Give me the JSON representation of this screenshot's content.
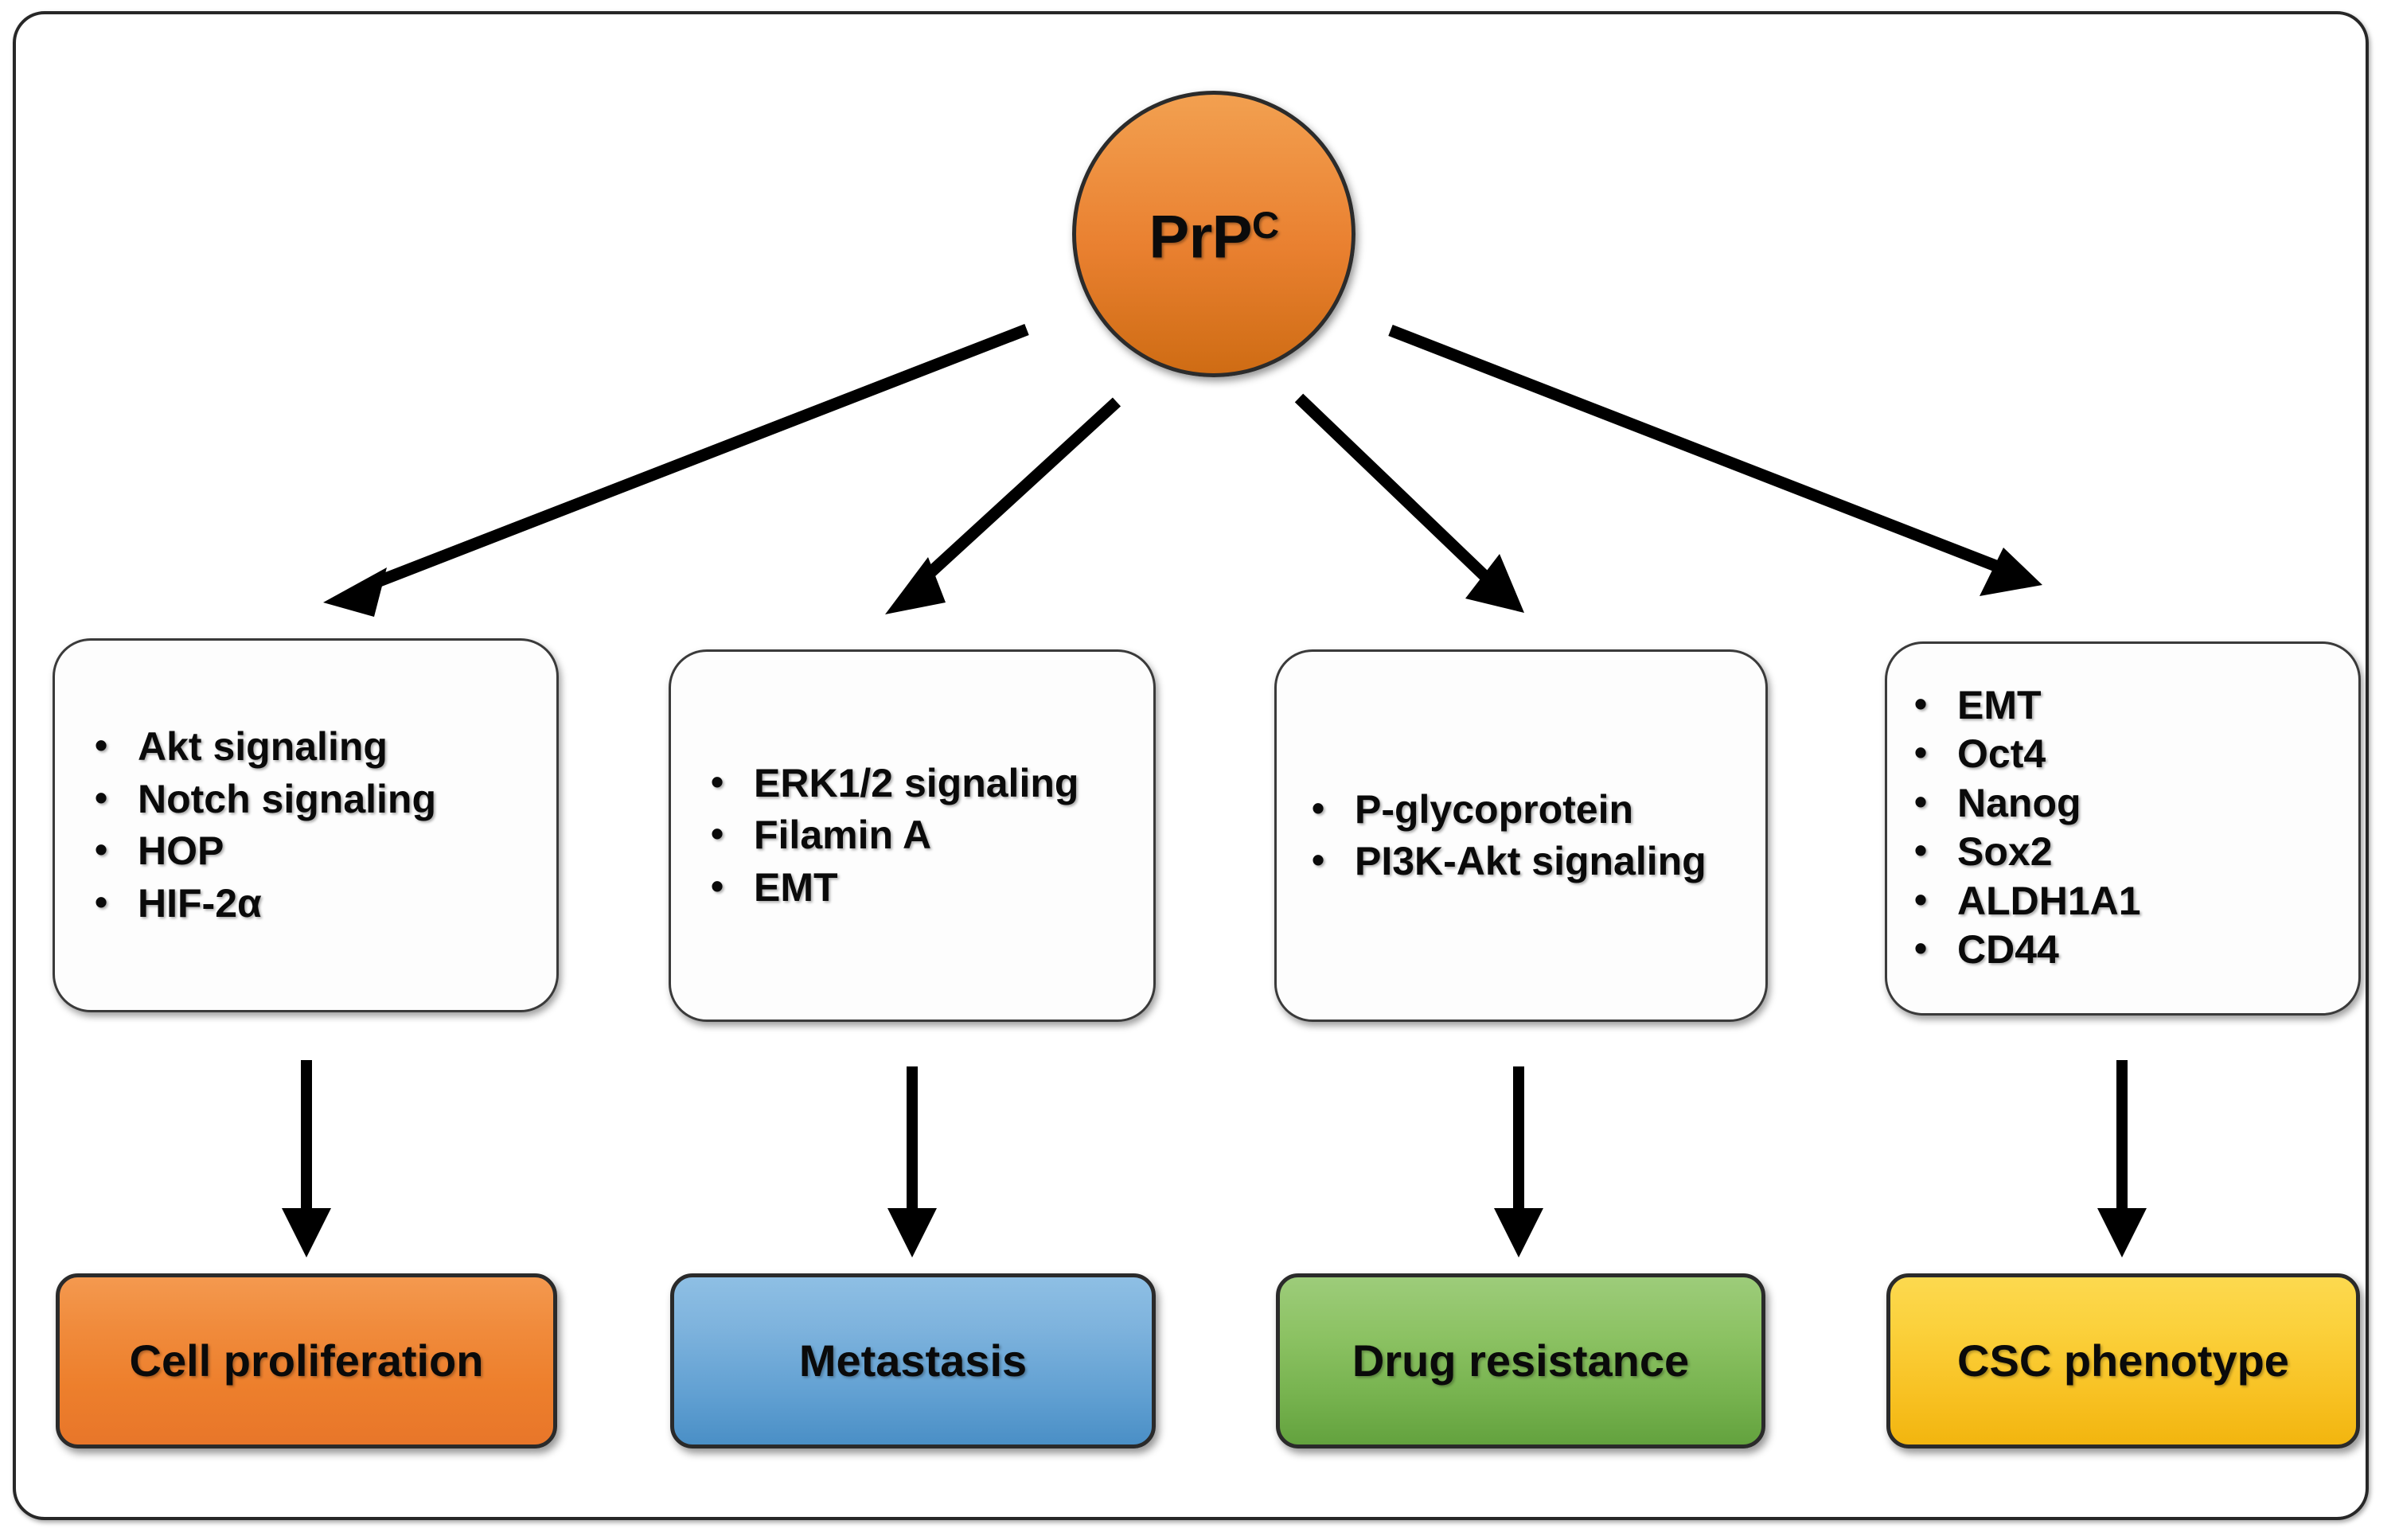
{
  "figure": {
    "root_node": {
      "label_main": "PrP",
      "label_sup": "C",
      "color": "#e8862f"
    },
    "pathway_boxes": [
      {
        "name": "cell-proliferation-pathways",
        "bullet": "•",
        "items": [
          "Akt signaling",
          "Notch signaling",
          "HOP",
          "HIF-2α"
        ]
      },
      {
        "name": "metastasis-pathways",
        "bullet": "•",
        "items": [
          "ERK1/2 signaling",
          "Filamin A",
          "EMT"
        ]
      },
      {
        "name": "drug-resistance-pathways",
        "bullet": "•",
        "items": [
          "P-glycoprotein",
          "PI3K-Akt signaling"
        ]
      },
      {
        "name": "csc-phenotype-markers",
        "bullet": "•",
        "items": [
          "EMT",
          "Oct4",
          "Nanog",
          "Sox2",
          "ALDH1A1",
          "CD44"
        ]
      }
    ],
    "outcome_boxes": [
      {
        "name": "cell-proliferation",
        "label": "Cell proliferation",
        "color": "#ed7f2c"
      },
      {
        "name": "metastasis",
        "label": "Metastasis",
        "color": "#61a0d2"
      },
      {
        "name": "drug-resistance",
        "label": "Drug resistance",
        "color": "#76b24e"
      },
      {
        "name": "csc-phenotype",
        "label": "CSC phenotype",
        "color": "#f8c224"
      }
    ],
    "arrows": {
      "stroke_color": "#000000",
      "from_root_count": 4,
      "to_outcome_count": 4
    }
  }
}
